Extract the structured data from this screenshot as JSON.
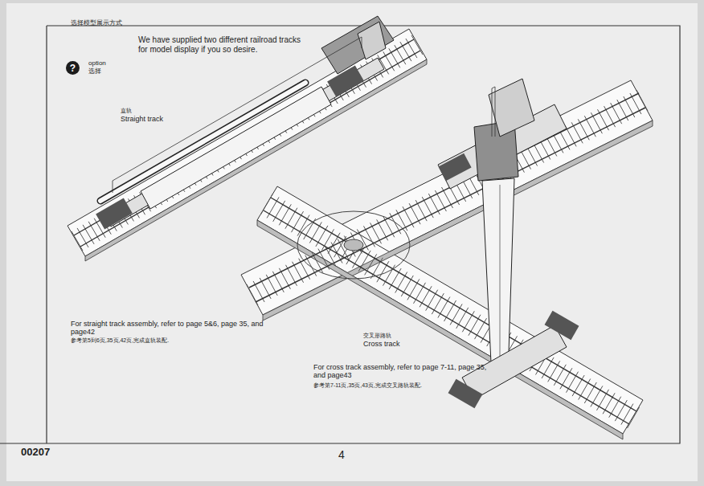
{
  "diagram": {
    "title": "选择模型展示方式",
    "nodes": [
      {
        "text": [
          "?"
        ]
      }
    ],
    "labels": [
      "We have supplied two different railroad tracks for model display if you so desire.",
      "option",
      "选择",
      "直轨",
      "Straight track",
      "For straight track assembly, refer to page 5&6, page 35, and page42",
      "参考第5到6页,35页,42页,完成直轨装配.",
      "交叉形路轨",
      "Cross track",
      "For cross track assembly, refer to page 7-11, page 35, and page43",
      "参考第7-11页,35页,43页,完成交叉路轨装配.",
      "00207",
      "4"
    ]
  }
}
